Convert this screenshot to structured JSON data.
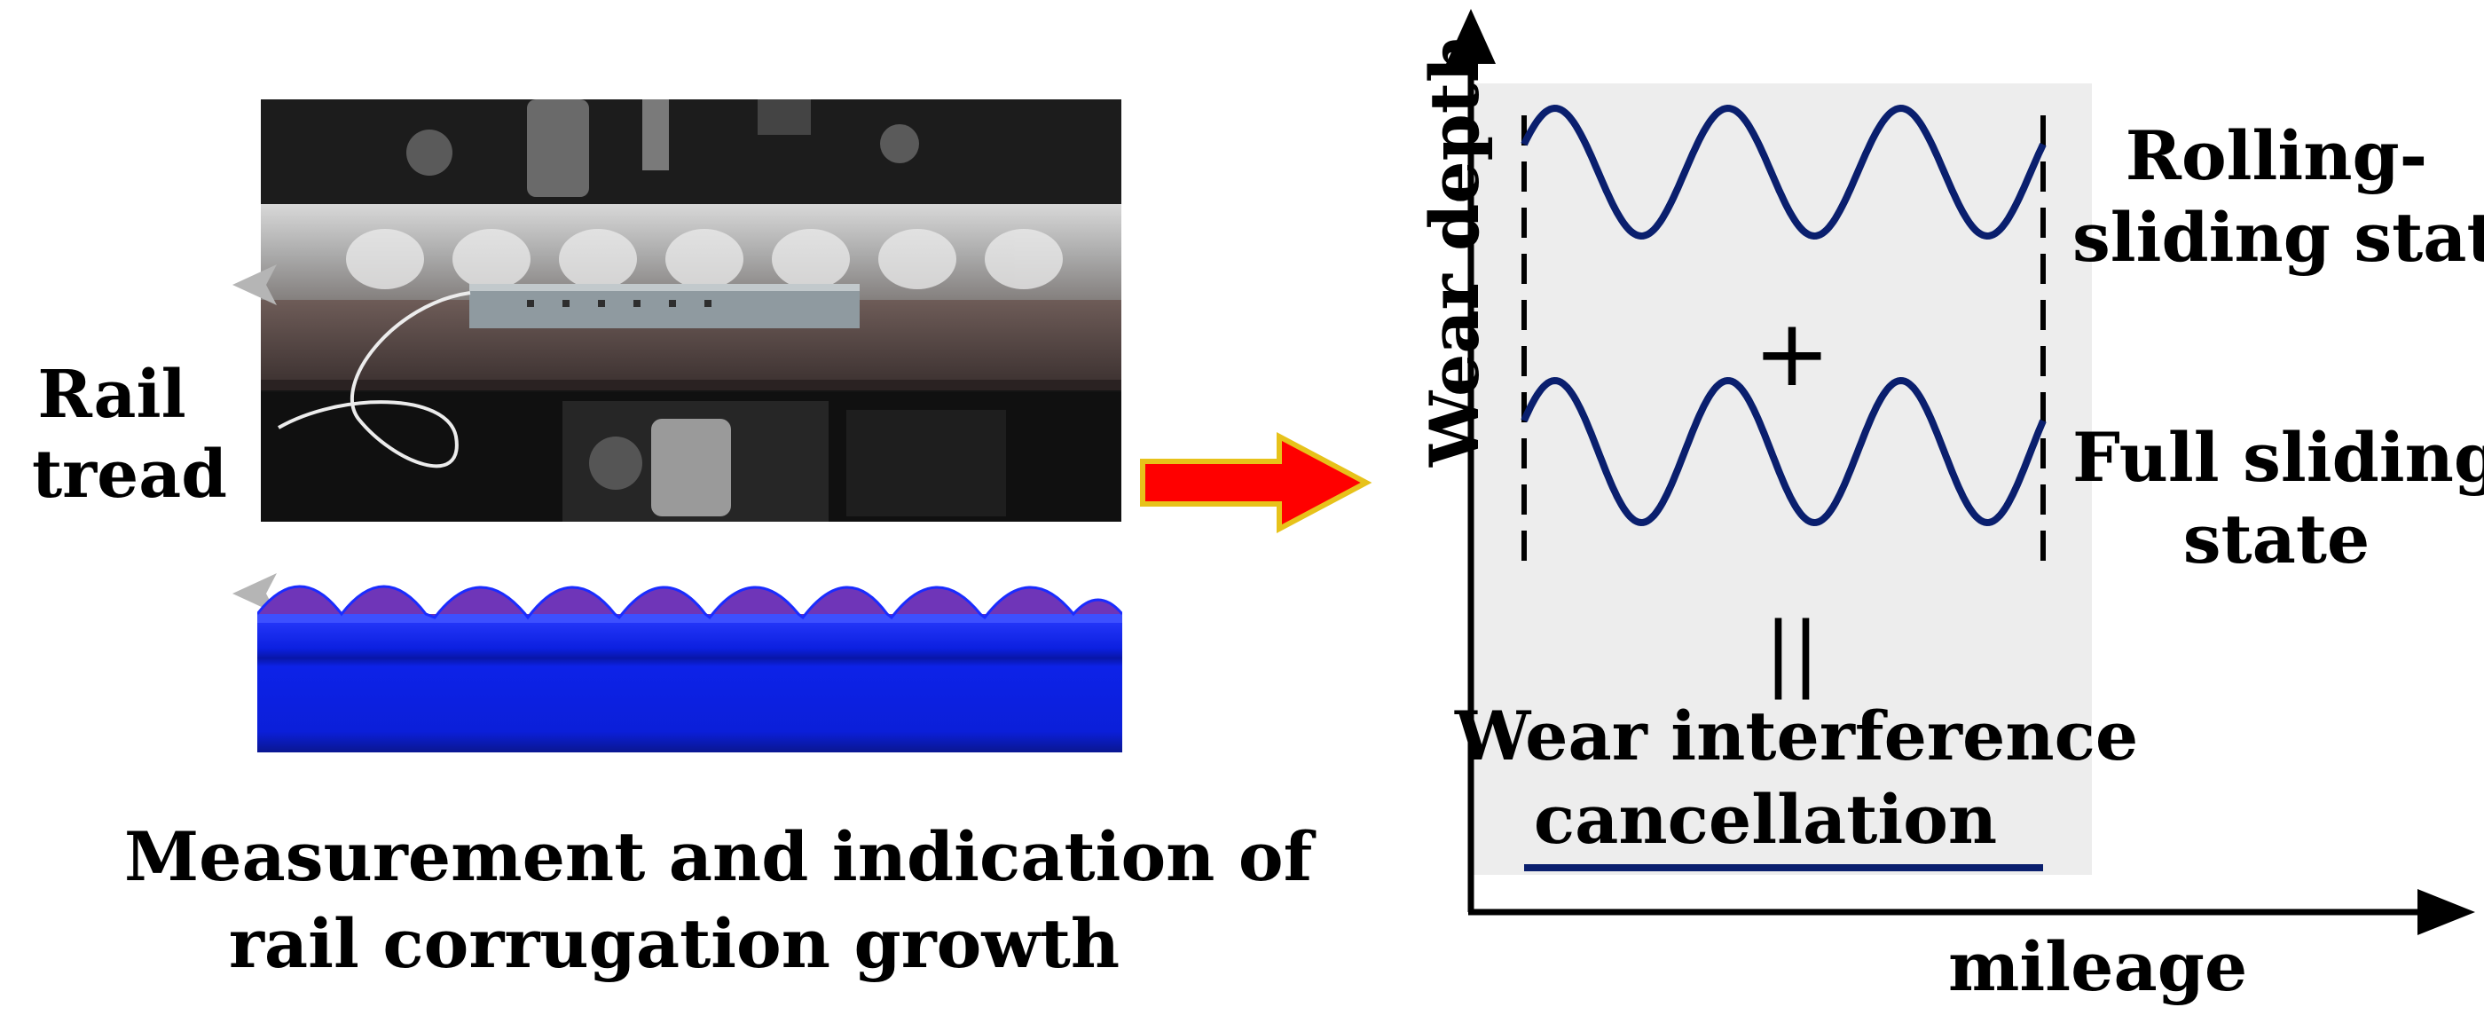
{
  "left_panel": {
    "label_rail_tread_line1": "Rail",
    "label_rail_tread_line2": "tread",
    "caption_line1": "Measurement and indication of",
    "caption_line2": "rail corrugation growth"
  },
  "right_panel": {
    "axis_y_label": "Wear depth",
    "axis_x_label": "mileage",
    "top_wave_label_line1": "Rolling-",
    "top_wave_label_line2": "sliding state",
    "bottom_wave_label_line1": "Full sliding",
    "bottom_wave_label_line2": "state",
    "plus_symbol": "+",
    "equals_symbol": "||",
    "result_label_line1": "Wear interference",
    "result_label_line2": "cancellation"
  },
  "colors": {
    "wave": "#0a1f6e",
    "panel_bg": "#ededed",
    "arrow_fill": "#ff0000",
    "arrow_outline": "#e7c21a",
    "rail_blue": "#0b1fd9",
    "corrugation_purple": "#6f35b8"
  }
}
